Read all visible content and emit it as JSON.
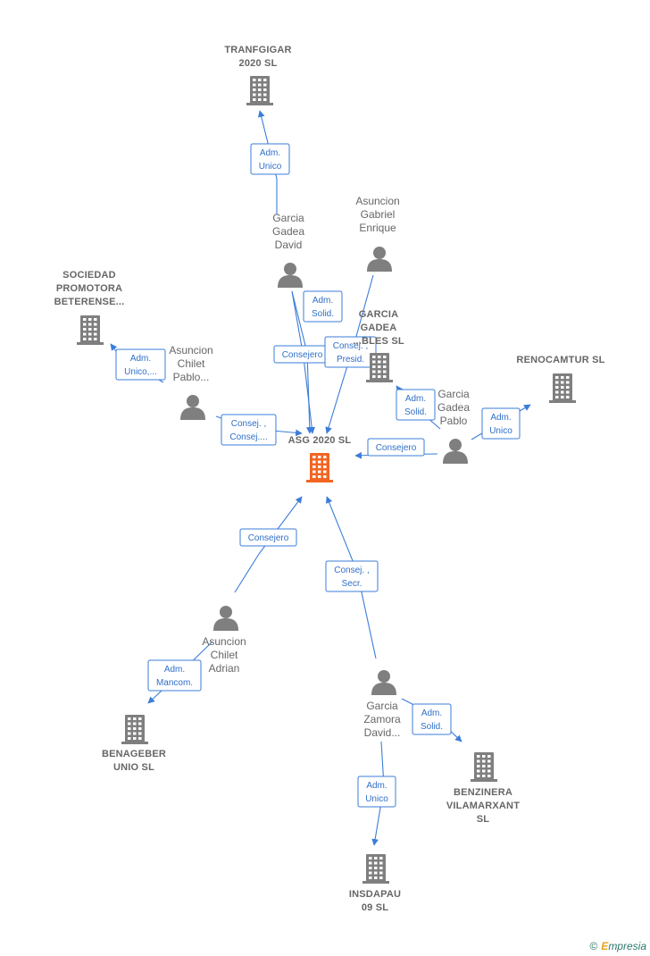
{
  "nodes": [
    {
      "id": "asg",
      "type": "company",
      "highlight": true,
      "lines": [
        "ASG 2020  SL"
      ]
    },
    {
      "id": "tranfgigar",
      "type": "company",
      "lines": [
        "TRANFGIGAR",
        "2020  SL"
      ]
    },
    {
      "id": "sociedad",
      "type": "company",
      "lines": [
        "SOCIEDAD",
        "PROMOTORA",
        "BETERENSE..."
      ]
    },
    {
      "id": "garcia_gadea_sl",
      "type": "company",
      "lines": [
        "GARCIA",
        "GADEA",
        "...BLES  SL"
      ]
    },
    {
      "id": "renocamtur",
      "type": "company",
      "lines": [
        "RENOCAMTUR SL"
      ]
    },
    {
      "id": "benageber",
      "type": "company",
      "lines": [
        "BENAGEBER",
        "UNIO  SL"
      ]
    },
    {
      "id": "benzinera",
      "type": "company",
      "lines": [
        "BENZINERA",
        "VILAMARXANT",
        "SL"
      ]
    },
    {
      "id": "insdapau",
      "type": "company",
      "lines": [
        "INSDAPAU",
        "09 SL"
      ]
    },
    {
      "id": "garcia_gadea_david",
      "type": "person",
      "lines": [
        "Garcia",
        "Gadea",
        "David"
      ]
    },
    {
      "id": "asuncion_gabriel",
      "type": "person",
      "lines": [
        "Asuncion",
        "Gabriel",
        "Enrique"
      ]
    },
    {
      "id": "asuncion_chilet_pablo",
      "type": "person",
      "lines": [
        "Asuncion",
        "Chilet",
        "Pablo..."
      ]
    },
    {
      "id": "garcia_gadea_pablo",
      "type": "person",
      "lines": [
        "Garcia",
        "Gadea",
        "Pablo"
      ]
    },
    {
      "id": "asuncion_chilet_adrian",
      "type": "person",
      "lines": [
        "Asuncion",
        "Chilet",
        "Adrian"
      ]
    },
    {
      "id": "garcia_zamora_david",
      "type": "person",
      "lines": [
        "Garcia",
        "Zamora",
        "David..."
      ]
    }
  ],
  "edges": [
    {
      "from": "garcia_gadea_david",
      "to": "tranfgigar",
      "label": [
        "Adm.",
        "Unico"
      ]
    },
    {
      "from": "garcia_gadea_david",
      "to": "asg",
      "label": [
        "Adm.",
        "Solid."
      ]
    },
    {
      "from": "garcia_gadea_david",
      "to": "asg",
      "label": [
        "Consejero"
      ]
    },
    {
      "from": "asuncion_gabriel",
      "to": "asg",
      "label": [
        "Consej. ,",
        "Presid."
      ]
    },
    {
      "from": "asuncion_chilet_pablo",
      "to": "sociedad",
      "label": [
        "Adm.",
        "Unico,..."
      ]
    },
    {
      "from": "asuncion_chilet_pablo",
      "to": "asg",
      "label": [
        "Consej. ,",
        "Consej...."
      ]
    },
    {
      "from": "garcia_gadea_pablo",
      "to": "garcia_gadea_sl",
      "label": [
        "Adm.",
        "Solid."
      ]
    },
    {
      "from": "garcia_gadea_pablo",
      "to": "renocamtur",
      "label": [
        "Adm.",
        "Unico"
      ]
    },
    {
      "from": "garcia_gadea_pablo",
      "to": "asg",
      "label": [
        "Consejero"
      ]
    },
    {
      "from": "asuncion_chilet_adrian",
      "to": "asg",
      "label": [
        "Consejero"
      ]
    },
    {
      "from": "asuncion_chilet_adrian",
      "to": "benageber",
      "label": [
        "Adm.",
        "Mancom."
      ]
    },
    {
      "from": "garcia_zamora_david",
      "to": "asg",
      "label": [
        "Consej. ,",
        "Secr."
      ]
    },
    {
      "from": "garcia_zamora_david",
      "to": "benzinera",
      "label": [
        "Adm.",
        "Solid."
      ]
    },
    {
      "from": "garcia_zamora_david",
      "to": "insdapau",
      "label": [
        "Adm.",
        "Unico"
      ]
    }
  ],
  "colors": {
    "company": "#7f7f7f",
    "highlight": "#f26522",
    "person": "#7f7f7f",
    "edge": "#3b7dd8"
  },
  "watermark": {
    "symbol": "©",
    "brand_initial": "E",
    "brand_rest": "mpresia"
  }
}
